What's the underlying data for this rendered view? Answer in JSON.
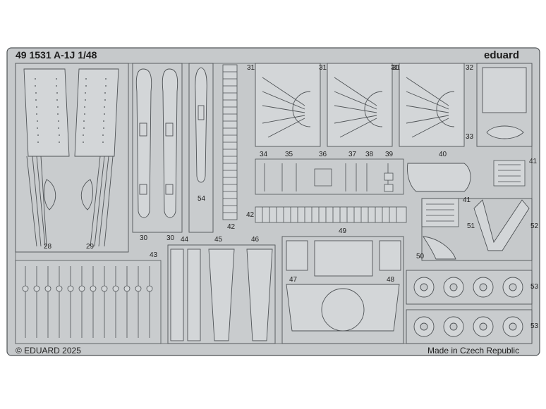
{
  "sheet": {
    "title": "49 1531 A-1J 1/48",
    "brand": "eduard",
    "copyright": "© EDUARD 2025",
    "origin": "Made in Czech Republic"
  },
  "colors": {
    "fret": "#c6c9cb",
    "part": "#d3d6d8",
    "edge": "#4f5356",
    "background": "#ffffff"
  },
  "part_numbers": {
    "n28": "28",
    "n29": "29",
    "n30a": "30",
    "n30b": "30",
    "n31a": "31",
    "n31b": "31",
    "n31c": "31",
    "n31d": "31",
    "n32": "32",
    "n33": "33",
    "n34": "34",
    "n35": "35",
    "n36": "36",
    "n37": "37",
    "n38": "38",
    "n39": "39",
    "n40": "40",
    "n41a": "41",
    "n41b": "41",
    "n42a": "42",
    "n42b": "42",
    "n43": "43",
    "n44": "44",
    "n45": "45",
    "n46": "46",
    "n47": "47",
    "n48": "48",
    "n49": "49",
    "n50": "50",
    "n51": "51",
    "n52": "52",
    "n53a": "53",
    "n53b": "53",
    "n54": "54"
  }
}
